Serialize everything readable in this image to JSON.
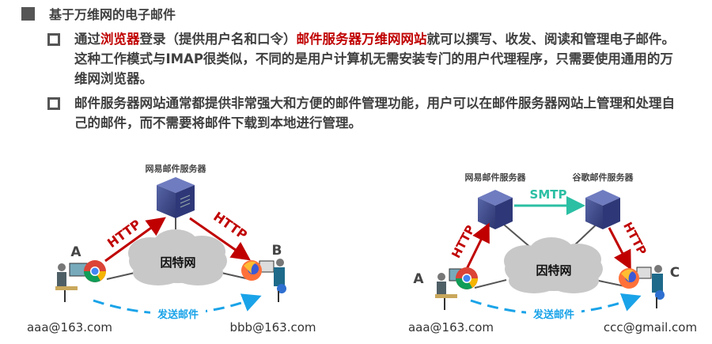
{
  "heading": "基于万维网的电子邮件",
  "bullets": [
    {
      "parts": [
        {
          "text": "通过",
          "highlight": false
        },
        {
          "text": "浏览器",
          "highlight": true
        },
        {
          "text": "登录（提供用户名和口令）",
          "highlight": false
        },
        {
          "text": "邮件服务器万维网网站",
          "highlight": true
        },
        {
          "text": "就可以撰写、收发、阅读和管理电子邮件。这种工作模式与IMAP很类似，不同的是用户计算机无需安装专门的用户代理程序，只需要使用通用的万维网浏览器。",
          "highlight": false
        }
      ]
    },
    {
      "parts": [
        {
          "text": "邮件服务器网站通常都提供非常强大和方便的邮件管理功能，用户可以在邮件服务器网站上管理和处理自己的邮件，而不需要将邮件下载到本地进行管理。",
          "highlight": false
        }
      ]
    }
  ],
  "colors": {
    "highlight": "#c00000",
    "http_arrow": "#c00000",
    "smtp_arrow": "#2bbfa4",
    "send_arrow": "#1aa3e8",
    "server": "#3c4a8a",
    "cloud": "#c8c8c8"
  },
  "diagram_left": {
    "server_label": "网易邮件服务器",
    "cloud_label": "因特网",
    "arrow_left_label": "HTTP",
    "arrow_right_label": "HTTP",
    "send_label": "发送邮件",
    "user_a_label": "A",
    "user_b_label": "B",
    "user_a_email": "aaa@163.com",
    "user_b_email": "bbb@163.com",
    "user_a_browser": "chrome-icon",
    "user_b_browser": "firefox-icon"
  },
  "diagram_right": {
    "server1_label": "网易邮件服务器",
    "server2_label": "谷歌邮件服务器",
    "smtp_label": "SMTP",
    "cloud_label": "因特网",
    "arrow_left_label": "HTTP",
    "arrow_right_label": "HTTP",
    "send_label": "发送邮件",
    "user_a_label": "A",
    "user_c_label": "C",
    "user_a_email": "aaa@163.com",
    "user_c_email": "ccc@gmail.com",
    "user_a_browser": "chrome-icon",
    "user_c_browser": "firefox-icon"
  }
}
